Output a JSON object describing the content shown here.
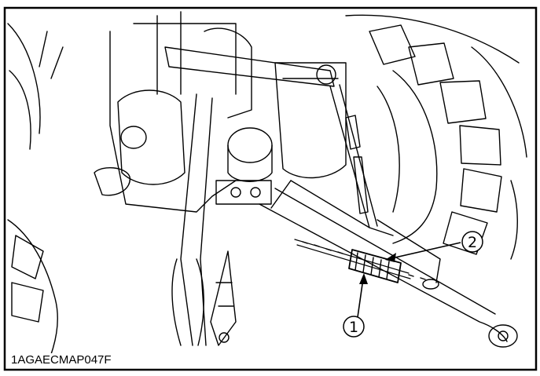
{
  "figure": {
    "code": "1AGAECMAP047F"
  },
  "callouts": [
    {
      "number": "1"
    },
    {
      "number": "2"
    }
  ]
}
